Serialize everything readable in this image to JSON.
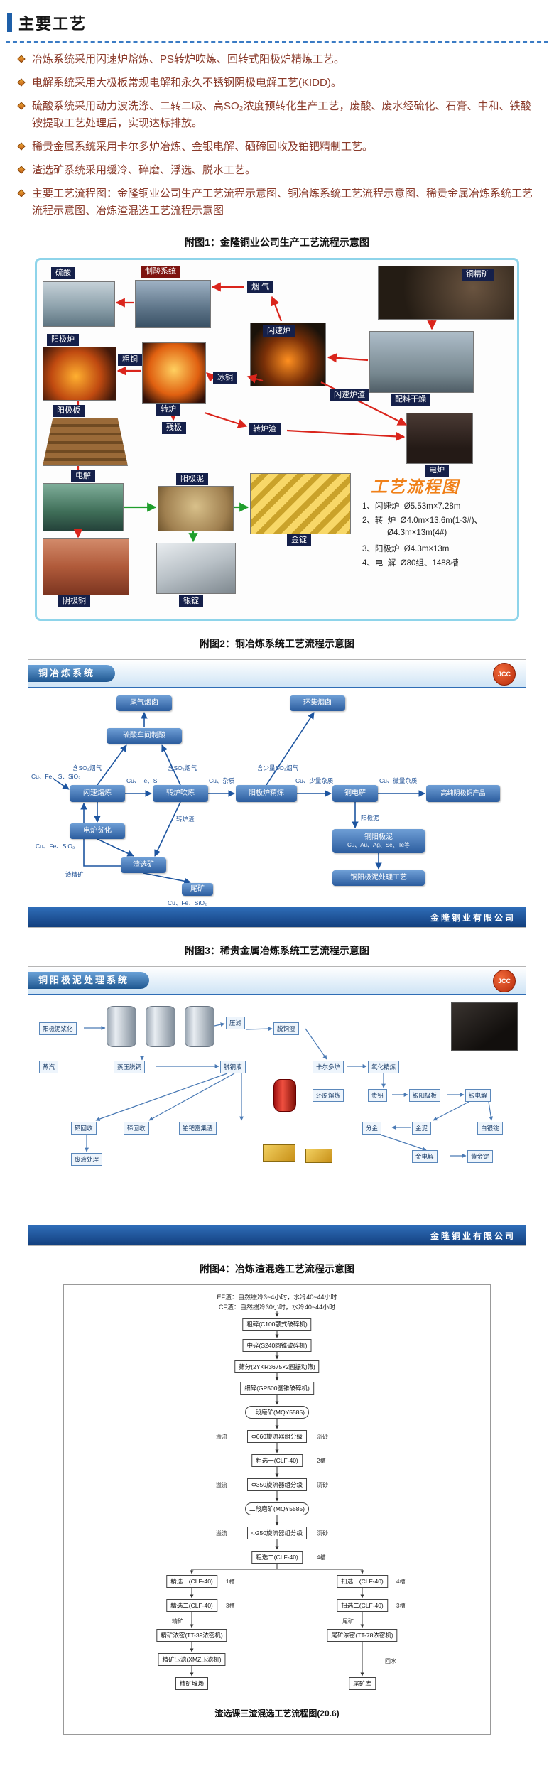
{
  "page": {
    "title": "主要工艺"
  },
  "bullets": [
    "冶炼系统采用闪速炉熔炼、PS转炉吹炼、回转式阳极炉精炼工艺。",
    "电解系统采用大极板常规电解和永久不锈钢阴极电解工艺(KIDD)。",
    "硫酸系统采用动力波洗涤、二转二吸、高SO₂浓度预转化生产工艺，废酸、废水经硫化、石膏、中和、铁酸铵提取工艺处理后，实现达标排放。",
    "稀贵金属系统采用卡尔多炉冶炼、金银电解、硒碲回收及铂钯精制工艺。",
    "渣选矿系统采用缓冷、碎磨、浮选、脱水工艺。",
    "主要工艺流程图：金隆铜业公司生产工艺流程示意图、铜冶炼系统工艺流程示意图、稀贵金属冶炼系统工艺流程示意图、冶炼渣混选工艺流程示意图"
  ],
  "captions": {
    "fig1": "附图1：金隆铜业公司生产工艺流程示意图",
    "fig2": "附图2：铜冶炼系统工艺流程示意图",
    "fig3": "附图3：稀贵金属冶炼系统工艺流程示意图",
    "fig4": "附图4：冶炼渣混选工艺流程示意图"
  },
  "fig1": {
    "labels": {
      "sulfuric_acid": "硫酸",
      "acid_system": "制酸系统",
      "flue_gas": "烟 气",
      "copper_concentrate": "铜精矿",
      "flash_furnace": "闪速炉",
      "batching_drying": "配料干燥",
      "anode_furnace": "阳极炉",
      "blister_copper": "粗铜",
      "converter": "转炉",
      "matte": "冰铜",
      "flash_slag": "闪速炉渣",
      "anode_plate": "阳极板",
      "residual_anode": "残极",
      "converter_slag": "转炉渣",
      "electric_furnace": "电炉",
      "electrolysis": "电解",
      "anode_slime": "阳极泥",
      "gold_ingot": "金锭",
      "cathode_copper": "阴极铜",
      "silver_ingot": "银锭"
    },
    "spec_title": "工艺流程图",
    "specs": [
      "1、闪速炉  Ø5.53m×7.28m",
      "2、转  炉  Ø4.0m×13.6m(1-3#)、",
      "           Ø4.3m×13m(4#)",
      "3、阳极炉  Ø4.3m×13m",
      "4、电  解  Ø80组、1488槽"
    ]
  },
  "fig2": {
    "header": "铜冶炼系统",
    "logo": "JCC",
    "footer": "金隆铜业有限公司",
    "boxes": {
      "stack_tail": "尾气烟囱",
      "stack_env": "环集烟囱",
      "acid_plant": "硫酸车间制酸",
      "flash_smelt": "闪速熔炼",
      "converter_blow": "转炉吹炼",
      "anode_refine": "阳极炉精炼",
      "electrolysis": "铜电解",
      "product": "高纯阴极铜产品",
      "ef_dilution": "电炉贫化",
      "slag_dressing": "渣选矿",
      "tailings": "尾矿",
      "anode_slime_title": "铜阳极泥",
      "anode_slime_comp": "Cu、Au、Ag、Se、Te等",
      "slime_process": "铜阳极泥处理工艺"
    },
    "labels": {
      "so2_a": "含SO₂烟气",
      "so2_b": "含SO₂烟气",
      "so2_c": "含少量SO₂烟气",
      "feed": "Cu、Fe、S、SiO₂",
      "l1": "Cu、Fe、S",
      "l2": "Cu、杂质",
      "l3": "Cu、少量杂质",
      "l4": "Cu、微量杂质",
      "ef_slag_comp": "Cu、Fe、SiO₂",
      "converter_slag": "转炉渣",
      "slag_conc": "渣精矿",
      "tail_comp": "Cu、Fe、SiO₂",
      "anode_slime": "阳极泥"
    }
  },
  "fig3": {
    "header": "铜阳极泥处理系统",
    "logo": "JCC",
    "footer": "金隆铜业有限公司",
    "boxes": [
      "阳极泥浆化",
      "压滤",
      "蒸压脱铜",
      "脱铜液",
      "脱铜渣",
      "蒸汽",
      "卡尔多炉",
      "还原熔炼",
      "氧化精炼",
      "贵铅",
      "银阳极板",
      "银电解",
      "白银锭",
      "金泥",
      "分金",
      "金电解",
      "黄金锭",
      "硒回收",
      "碲回收",
      "铂钯富集渣",
      "废液处理"
    ]
  },
  "fig4": {
    "notes": [
      "EF渣：自然缓冷3~4小时，水冷40~44小时",
      "CF渣：自然缓冷30小时，水冷40~44小时"
    ],
    "nodes": {
      "crush1": "粗碎(C100颚式破碎机)",
      "crush2": "中碎(S240圆锥破碎机)",
      "screen": "筛分(2YKR3675×2圆振动筛)",
      "crush3": "细碎(GP500圆锥破碎机)",
      "mill1": "一段磨矿(MQY5585)",
      "cyc660": "Φ660旋流器组分级",
      "rough1": "粗选一(CLF-40)",
      "cyc350": "Φ350旋流器组分级",
      "mill2": "二段磨矿(MQY5585)",
      "cyc250": "Φ250旋流器组分级",
      "rough2": "粗选二(CLF-40)",
      "clean1": "精选一(CLF-40)",
      "clean2": "精选二(CLF-40)",
      "scav1": "扫选一(CLF-40)",
      "scav2": "扫选二(CLF-40)",
      "thick1": "精矿浓密(TT-39浓密机)",
      "thick2": "尾矿浓密(TT-78浓密机)",
      "filter": "精矿压滤(XMZ压滤机)",
      "stock": "精矿堆场",
      "tailpond": "尾矿库"
    },
    "tags": {
      "t660_yl": "溢流",
      "t660_cs": "沉砂",
      "rough1_cells": "2槽",
      "t350_yl": "溢流",
      "t350_cs": "沉砂",
      "t250_yl": "溢流",
      "t250_cs": "沉砂",
      "rough2_cells": "4槽",
      "clean1_cells": "1槽",
      "clean2_cells": "3槽",
      "scav1_cells": "4槽",
      "scav2_cells": "3槽",
      "conc_label": "精矿",
      "tail_label": "尾矿",
      "water": "回水"
    },
    "caption": "渣选课三渣混选工艺流程图(20.6)"
  }
}
